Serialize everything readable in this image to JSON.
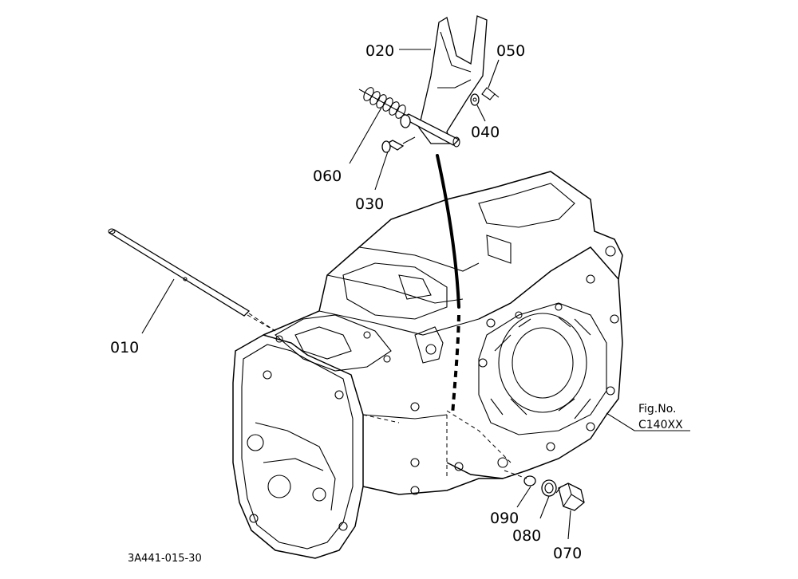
{
  "parts": [
    {
      "id": "010",
      "label": "010"
    },
    {
      "id": "020",
      "label": "020"
    },
    {
      "id": "030",
      "label": "030"
    },
    {
      "id": "040",
      "label": "040"
    },
    {
      "id": "050",
      "label": "050"
    },
    {
      "id": "060",
      "label": "060"
    },
    {
      "id": "070",
      "label": "070"
    },
    {
      "id": "080",
      "label": "080"
    },
    {
      "id": "090",
      "label": "090"
    }
  ],
  "figure": {
    "label_line1": "Fig.No.",
    "label_line2": "C140XX"
  },
  "drawing_code": "3A441-015-30"
}
